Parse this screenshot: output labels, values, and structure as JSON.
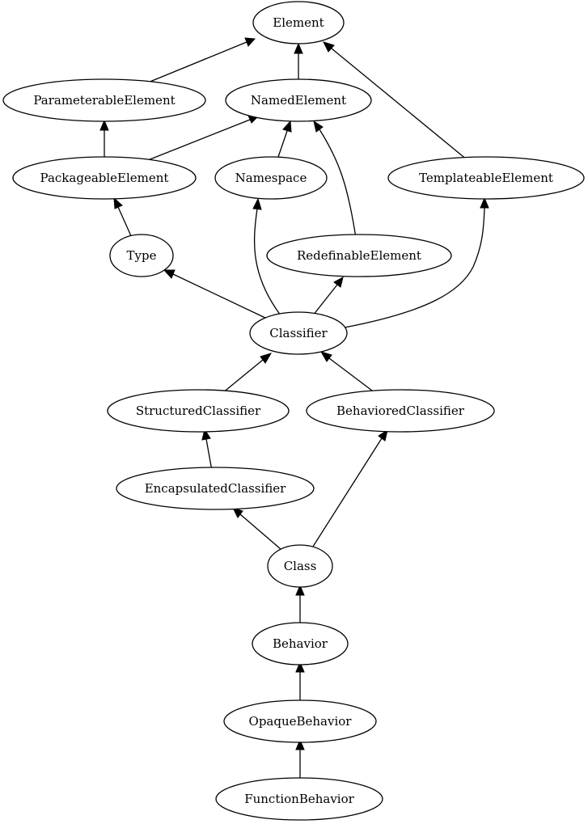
{
  "diagram": {
    "type": "class-hierarchy",
    "nodes": [
      {
        "id": "element",
        "label": "Element"
      },
      {
        "id": "parameterable-element",
        "label": "ParameterableElement"
      },
      {
        "id": "named-element",
        "label": "NamedElement"
      },
      {
        "id": "packageable-element",
        "label": "PackageableElement"
      },
      {
        "id": "namespace",
        "label": "Namespace"
      },
      {
        "id": "templateable-element",
        "label": "TemplateableElement"
      },
      {
        "id": "type",
        "label": "Type"
      },
      {
        "id": "redefinable-element",
        "label": "RedefinableElement"
      },
      {
        "id": "classifier",
        "label": "Classifier"
      },
      {
        "id": "structured-classifier",
        "label": "StructuredClassifier"
      },
      {
        "id": "behaviored-classifier",
        "label": "BehavioredClassifier"
      },
      {
        "id": "encapsulated-classifier",
        "label": "EncapsulatedClassifier"
      },
      {
        "id": "class",
        "label": "Class"
      },
      {
        "id": "behavior",
        "label": "Behavior"
      },
      {
        "id": "opaque-behavior",
        "label": "OpaqueBehavior"
      },
      {
        "id": "function-behavior",
        "label": "FunctionBehavior"
      }
    ],
    "edges": [
      {
        "from": "parameterable-element",
        "to": "element"
      },
      {
        "from": "named-element",
        "to": "element"
      },
      {
        "from": "templateable-element",
        "to": "element"
      },
      {
        "from": "packageable-element",
        "to": "parameterable-element"
      },
      {
        "from": "packageable-element",
        "to": "named-element"
      },
      {
        "from": "namespace",
        "to": "named-element"
      },
      {
        "from": "redefinable-element",
        "to": "named-element"
      },
      {
        "from": "type",
        "to": "packageable-element"
      },
      {
        "from": "classifier",
        "to": "type"
      },
      {
        "from": "classifier",
        "to": "namespace"
      },
      {
        "from": "classifier",
        "to": "redefinable-element"
      },
      {
        "from": "classifier",
        "to": "templateable-element"
      },
      {
        "from": "structured-classifier",
        "to": "classifier"
      },
      {
        "from": "behaviored-classifier",
        "to": "classifier"
      },
      {
        "from": "encapsulated-classifier",
        "to": "structured-classifier"
      },
      {
        "from": "class",
        "to": "encapsulated-classifier"
      },
      {
        "from": "class",
        "to": "behaviored-classifier"
      },
      {
        "from": "behavior",
        "to": "class"
      },
      {
        "from": "opaque-behavior",
        "to": "behavior"
      },
      {
        "from": "function-behavior",
        "to": "opaque-behavior"
      }
    ]
  }
}
